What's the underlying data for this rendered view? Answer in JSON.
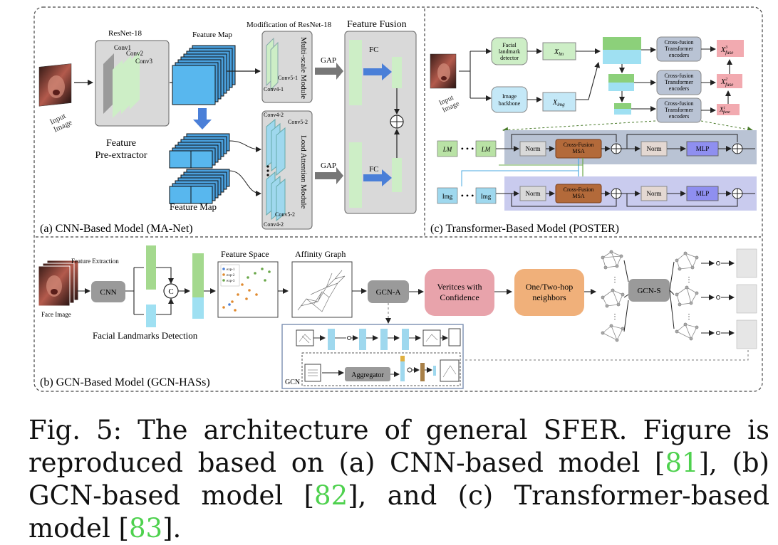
{
  "panel_a": {
    "title": "(a) CNN-Based Model (MA-Net)",
    "input_label": [
      "Input",
      "Image"
    ],
    "resnet_title": "ResNet-18",
    "conv1": "Conv1",
    "conv2": "Conv2",
    "conv3": "Conv3",
    "pre_extractor": [
      "Feature",
      "Pre-extractor"
    ],
    "feature_map_top": "Feature Map",
    "feature_map_bottom": "Feature Map",
    "modification": "Modification of ResNet-18",
    "multiscale": "Multi-scale Module",
    "conv5_1": "Conv5-1",
    "conv4_1": "Conv4-1",
    "conv4_2a": "Conv4-2",
    "conv5_2a": "Conv5-2",
    "conv5_2b": "Conv5-2",
    "conv4_2b": "Conv4-2",
    "load_attention": "Load Attention Module",
    "gap_top": "GAP",
    "gap_bottom": "GAP",
    "feature_fusion": "Feature Fusion",
    "fc_top": "FC",
    "fc_bottom": "FC"
  },
  "panel_b": {
    "title": "(b) GCN-Based Model (GCN-HASs)",
    "feature_extraction": "Feature Extraction",
    "face_image": "Face Image",
    "cnn": "CNN",
    "concat": "C",
    "landmarks": "Facial Landmarks Detection",
    "feature_space": "Feature Space",
    "legend": [
      "exp-1",
      "exp-2",
      "exp-3"
    ],
    "affinity_graph": "Affinity Graph",
    "gcn_a": "GCN-A",
    "vertices": [
      "Veritces with",
      "Confidence"
    ],
    "hop": [
      "One/Two-hop",
      "neighbors"
    ],
    "gcn_s": "GCN-S",
    "aggregator": "Aggregator",
    "gcn": "GCN"
  },
  "panel_c": {
    "title": "(c) Transformer-Based Model (POSTER)",
    "input_label": [
      "Input",
      "Image"
    ],
    "landmark_detector": [
      "Facial",
      "landmark",
      "detector"
    ],
    "image_backbone": [
      "Image",
      "backbone"
    ],
    "x_lm": "X",
    "x_lm_sub": "lm",
    "x_img": "X",
    "x_img_sub": "img",
    "encoders": [
      "Cross-fusion",
      "Transformer",
      "encoders"
    ],
    "fuse_sub": "fuse",
    "fuse_sup": [
      "3",
      "2",
      "1"
    ],
    "lm": "LM",
    "img": "Img",
    "norm": "Norm",
    "cross_msa": [
      "Cross-Fusion",
      "MSA"
    ],
    "mlp": "MLP"
  },
  "caption": {
    "part1": "Fig. 5: The architecture of general SFER. Figure is reproduced based on (a) CNN-based model [",
    "ref1": "81",
    "part2": "], (b) GCN-based model [",
    "ref2": "82",
    "part3": "], and (c) Transformer-based model [",
    "ref3": "83",
    "part4": "]."
  },
  "colors": {
    "green": "#b9e2a5",
    "light_green": "#cdeec6",
    "blue": "#9fd8ee",
    "gray_box": "#d9d9d9",
    "dark_gray": "#9a9a9a",
    "pink": "#e8a3ab",
    "orange": "#f0b07a",
    "slate": "#b9c3d4",
    "lavender": "#c9cbee",
    "brown": "#b36a3a",
    "purple": "#8f8ff0",
    "ref_green": "#4ed14e"
  }
}
